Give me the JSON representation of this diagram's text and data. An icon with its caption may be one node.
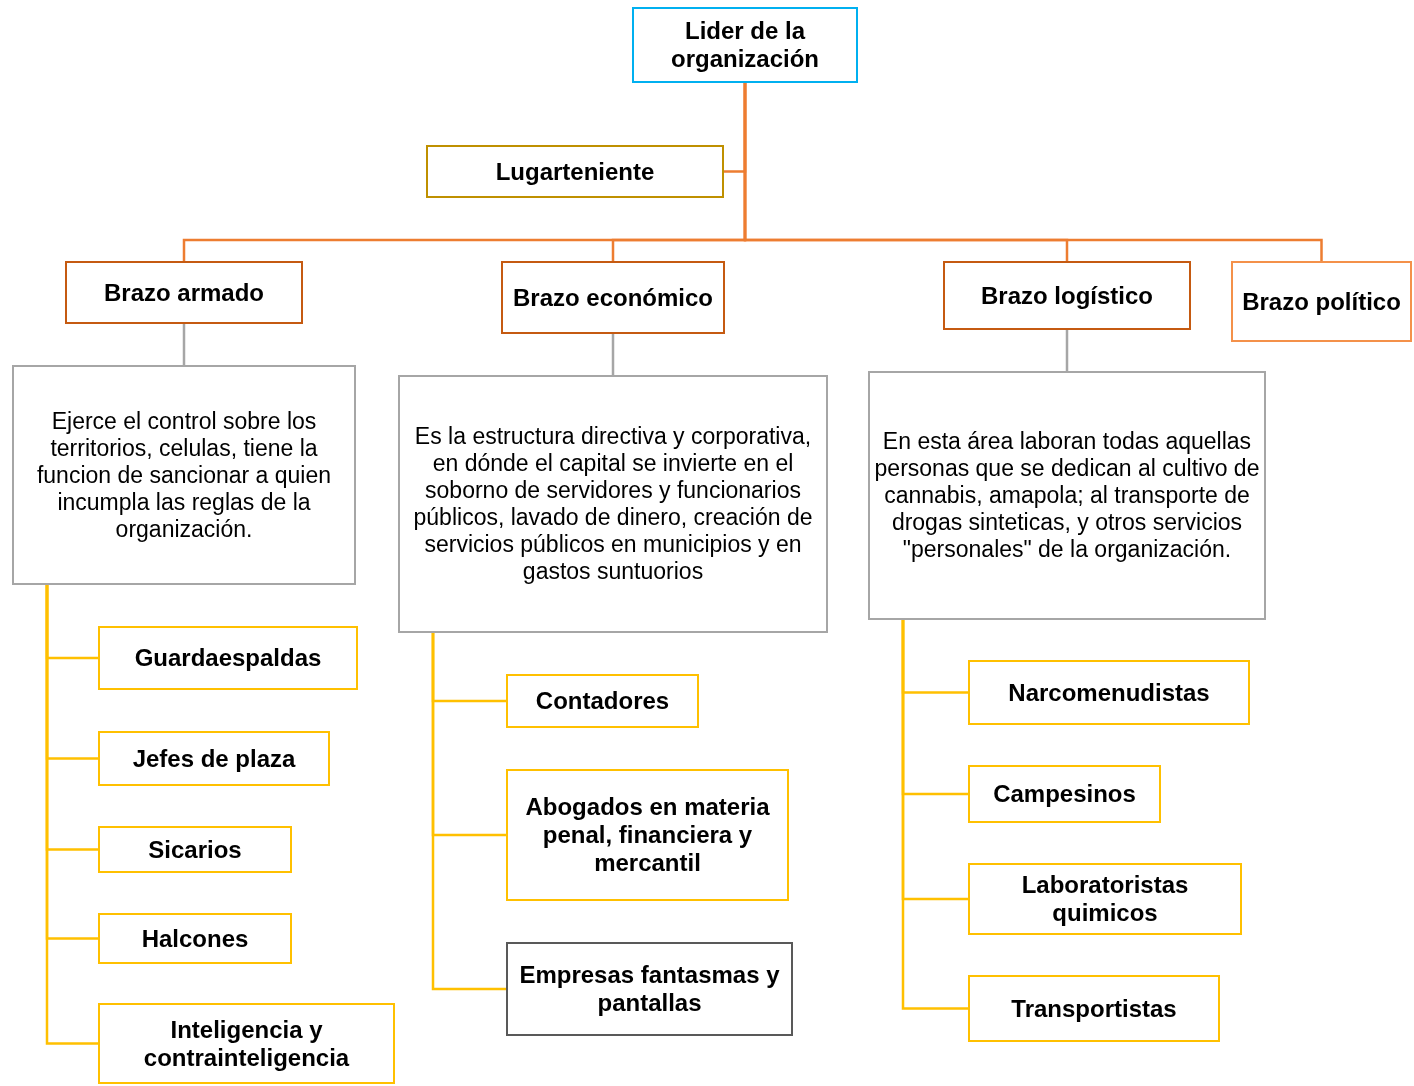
{
  "diagram": {
    "nodes": [
      {
        "text": [
          "Lider de la organización"
        ]
      },
      {
        "text": [
          "Lugarteniente"
        ]
      },
      {
        "text": [
          "Brazo armado"
        ]
      },
      {
        "text": [
          "Brazo económico"
        ]
      },
      {
        "text": [
          "Brazo logístico"
        ]
      },
      {
        "text": [
          "Brazo político"
        ]
      },
      {
        "text": [
          "Ejerce el control sobre los territorios, celulas, tiene la funcion de sancionar a quien incumpla las reglas de la organización."
        ]
      },
      {
        "text": [
          "Es la estructura directiva y corporativa, en dónde el capital se invierte en el soborno de servidores y funcionarios públicos, lavado de dinero, creación de servicios públicos en municipios y en gastos suntuorios"
        ]
      },
      {
        "text": [
          "En esta área laboran todas aquellas personas que se dedican al cultivo de cannabis, amapola; al transporte de drogas sinteticas, y otros servicios \"personales\" de la organización."
        ]
      },
      {
        "text": [
          "Guardaespaldas"
        ]
      },
      {
        "text": [
          "Jefes de plaza"
        ]
      },
      {
        "text": [
          "Sicarios"
        ]
      },
      {
        "text": [
          "Halcones"
        ]
      },
      {
        "text": [
          "Inteligencia y contrainteligencia"
        ]
      },
      {
        "text": [
          "Contadores"
        ]
      },
      {
        "text": [
          "Abogados en materia penal, financiera y mercantil"
        ]
      },
      {
        "text": [
          "Empresas fantasmas y pantallas"
        ]
      },
      {
        "text": [
          "Narcomenudistas"
        ]
      },
      {
        "text": [
          "Campesinos"
        ]
      },
      {
        "text": [
          "Laboratoristas quimicos"
        ]
      },
      {
        "text": [
          "Transportistas"
        ]
      }
    ],
    "edges": [
      {
        "from": 0,
        "to": 1,
        "arrow": "none",
        "color": "#ed7d31"
      },
      {
        "from": 0,
        "to": 2,
        "arrow": "none",
        "color": "#ed7d31"
      },
      {
        "from": 0,
        "to": 3,
        "arrow": "none",
        "color": "#ed7d31"
      },
      {
        "from": 0,
        "to": 4,
        "arrow": "none",
        "color": "#ed7d31"
      },
      {
        "from": 0,
        "to": 5,
        "arrow": "none",
        "color": "#ed7d31"
      },
      {
        "from": 2,
        "to": 6,
        "arrow": "none",
        "color": "#a6a6a6"
      },
      {
        "from": 3,
        "to": 7,
        "arrow": "none",
        "color": "#a6a6a6"
      },
      {
        "from": 4,
        "to": 8,
        "arrow": "none",
        "color": "#a6a6a6"
      },
      {
        "from": 6,
        "to": 9,
        "arrow": "none"
      },
      {
        "from": 6,
        "to": 10,
        "arrow": "none"
      },
      {
        "from": 6,
        "to": 11,
        "arrow": "none"
      },
      {
        "from": 6,
        "to": 12,
        "arrow": "none"
      },
      {
        "from": 6,
        "to": 13,
        "arrow": "none"
      },
      {
        "from": 7,
        "to": 14,
        "arrow": "none"
      },
      {
        "from": 7,
        "to": 15,
        "arrow": "none"
      },
      {
        "from": 7,
        "to": 16,
        "arrow": "none"
      },
      {
        "from": 8,
        "to": 17,
        "arrow": "none"
      },
      {
        "from": 8,
        "to": 18,
        "arrow": "none"
      },
      {
        "from": 8,
        "to": 19,
        "arrow": "none"
      },
      {
        "from": 8,
        "to": 20,
        "arrow": "none"
      }
    ]
  }
}
